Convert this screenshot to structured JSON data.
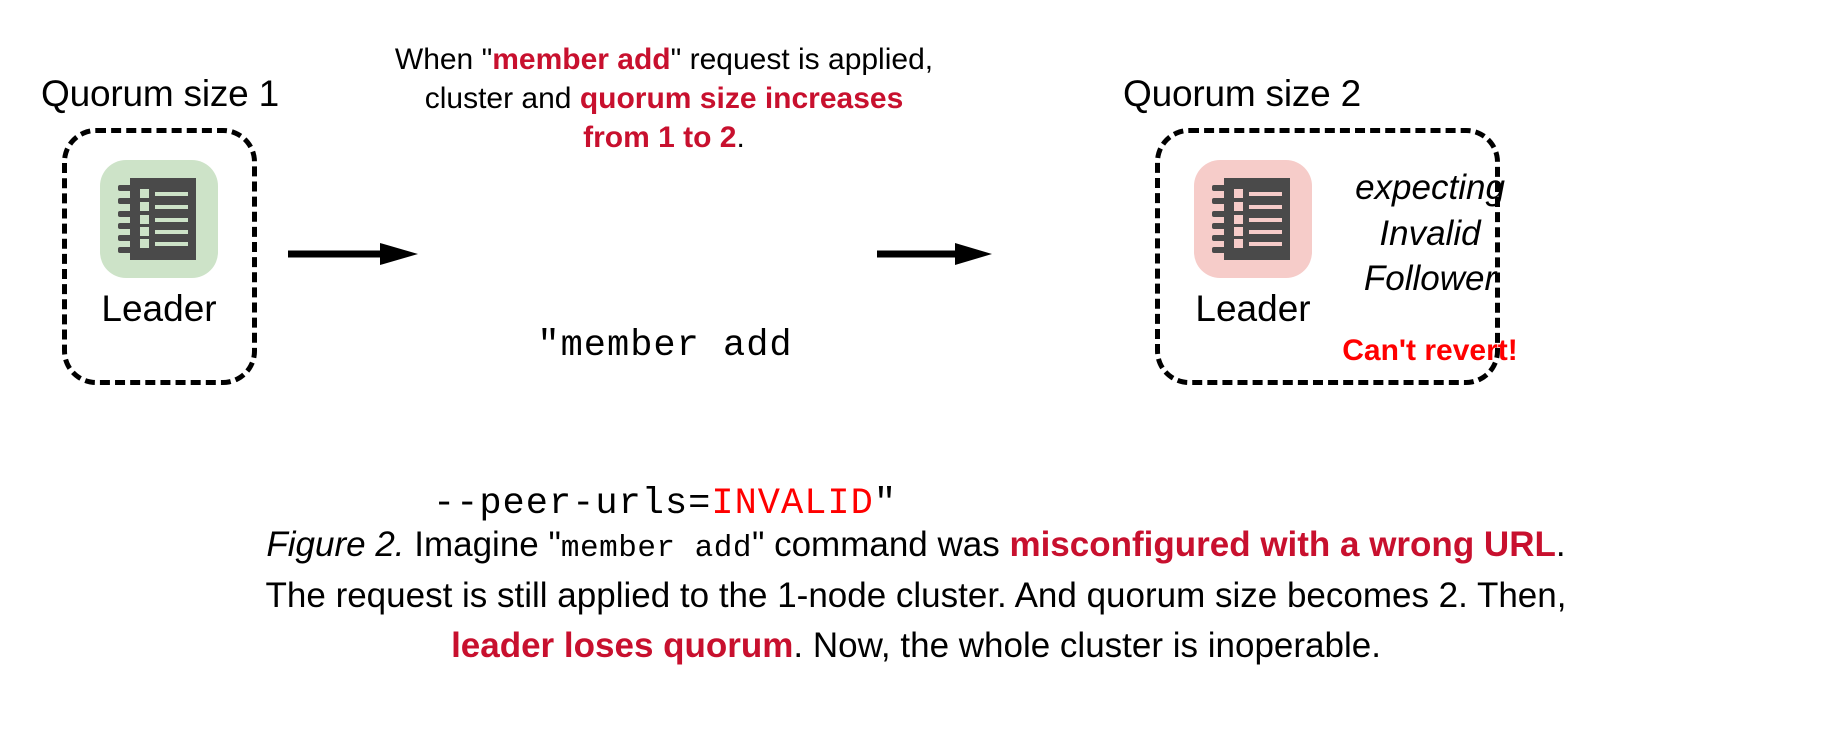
{
  "figure": {
    "left_cluster": {
      "title": "Quorum size 1",
      "node_label": "Leader",
      "icon": "ledger-node-icon",
      "icon_color": "#cde3c8"
    },
    "right_cluster": {
      "title": "Quorum size 2",
      "node_label": "Leader",
      "icon": "ledger-node-icon",
      "icon_color": "#f6ccc9",
      "status_line_1": "expecting",
      "status_line_2": "Invalid",
      "status_line_3": "Follower",
      "warning": "Can't revert!",
      "warning_color": "#ff0000"
    },
    "annotation": {
      "line1_a": "When \"",
      "line1_b": "member add",
      "line1_c": "\" request is applied,",
      "line2_a": "cluster and ",
      "line2_b": "quorum size increases",
      "line3_b": "from 1 to 2",
      "line3_c": ".",
      "highlight_color": "#c8102e"
    },
    "command": {
      "line1": "\"member add",
      "line2_prefix": "--peer-urls=",
      "line2_value": "INVALID",
      "line2_suffix": "\"",
      "value_color": "#ff0000"
    },
    "arrows": {
      "left_arrow": "arrow-right-icon",
      "right_arrow": "arrow-right-icon"
    },
    "caption": {
      "label": "Figure 2.",
      "seg1": " Imagine \"",
      "mono1": "member add",
      "seg2": "\" command was ",
      "hl1": "misconfigured with a wrong URL",
      "seg3": ".",
      "line2": "The request is still applied to the 1-node cluster. And quorum size becomes 2. Then,",
      "hl2": "leader loses quorum",
      "seg4": ". Now, the whole cluster is inoperable."
    }
  }
}
